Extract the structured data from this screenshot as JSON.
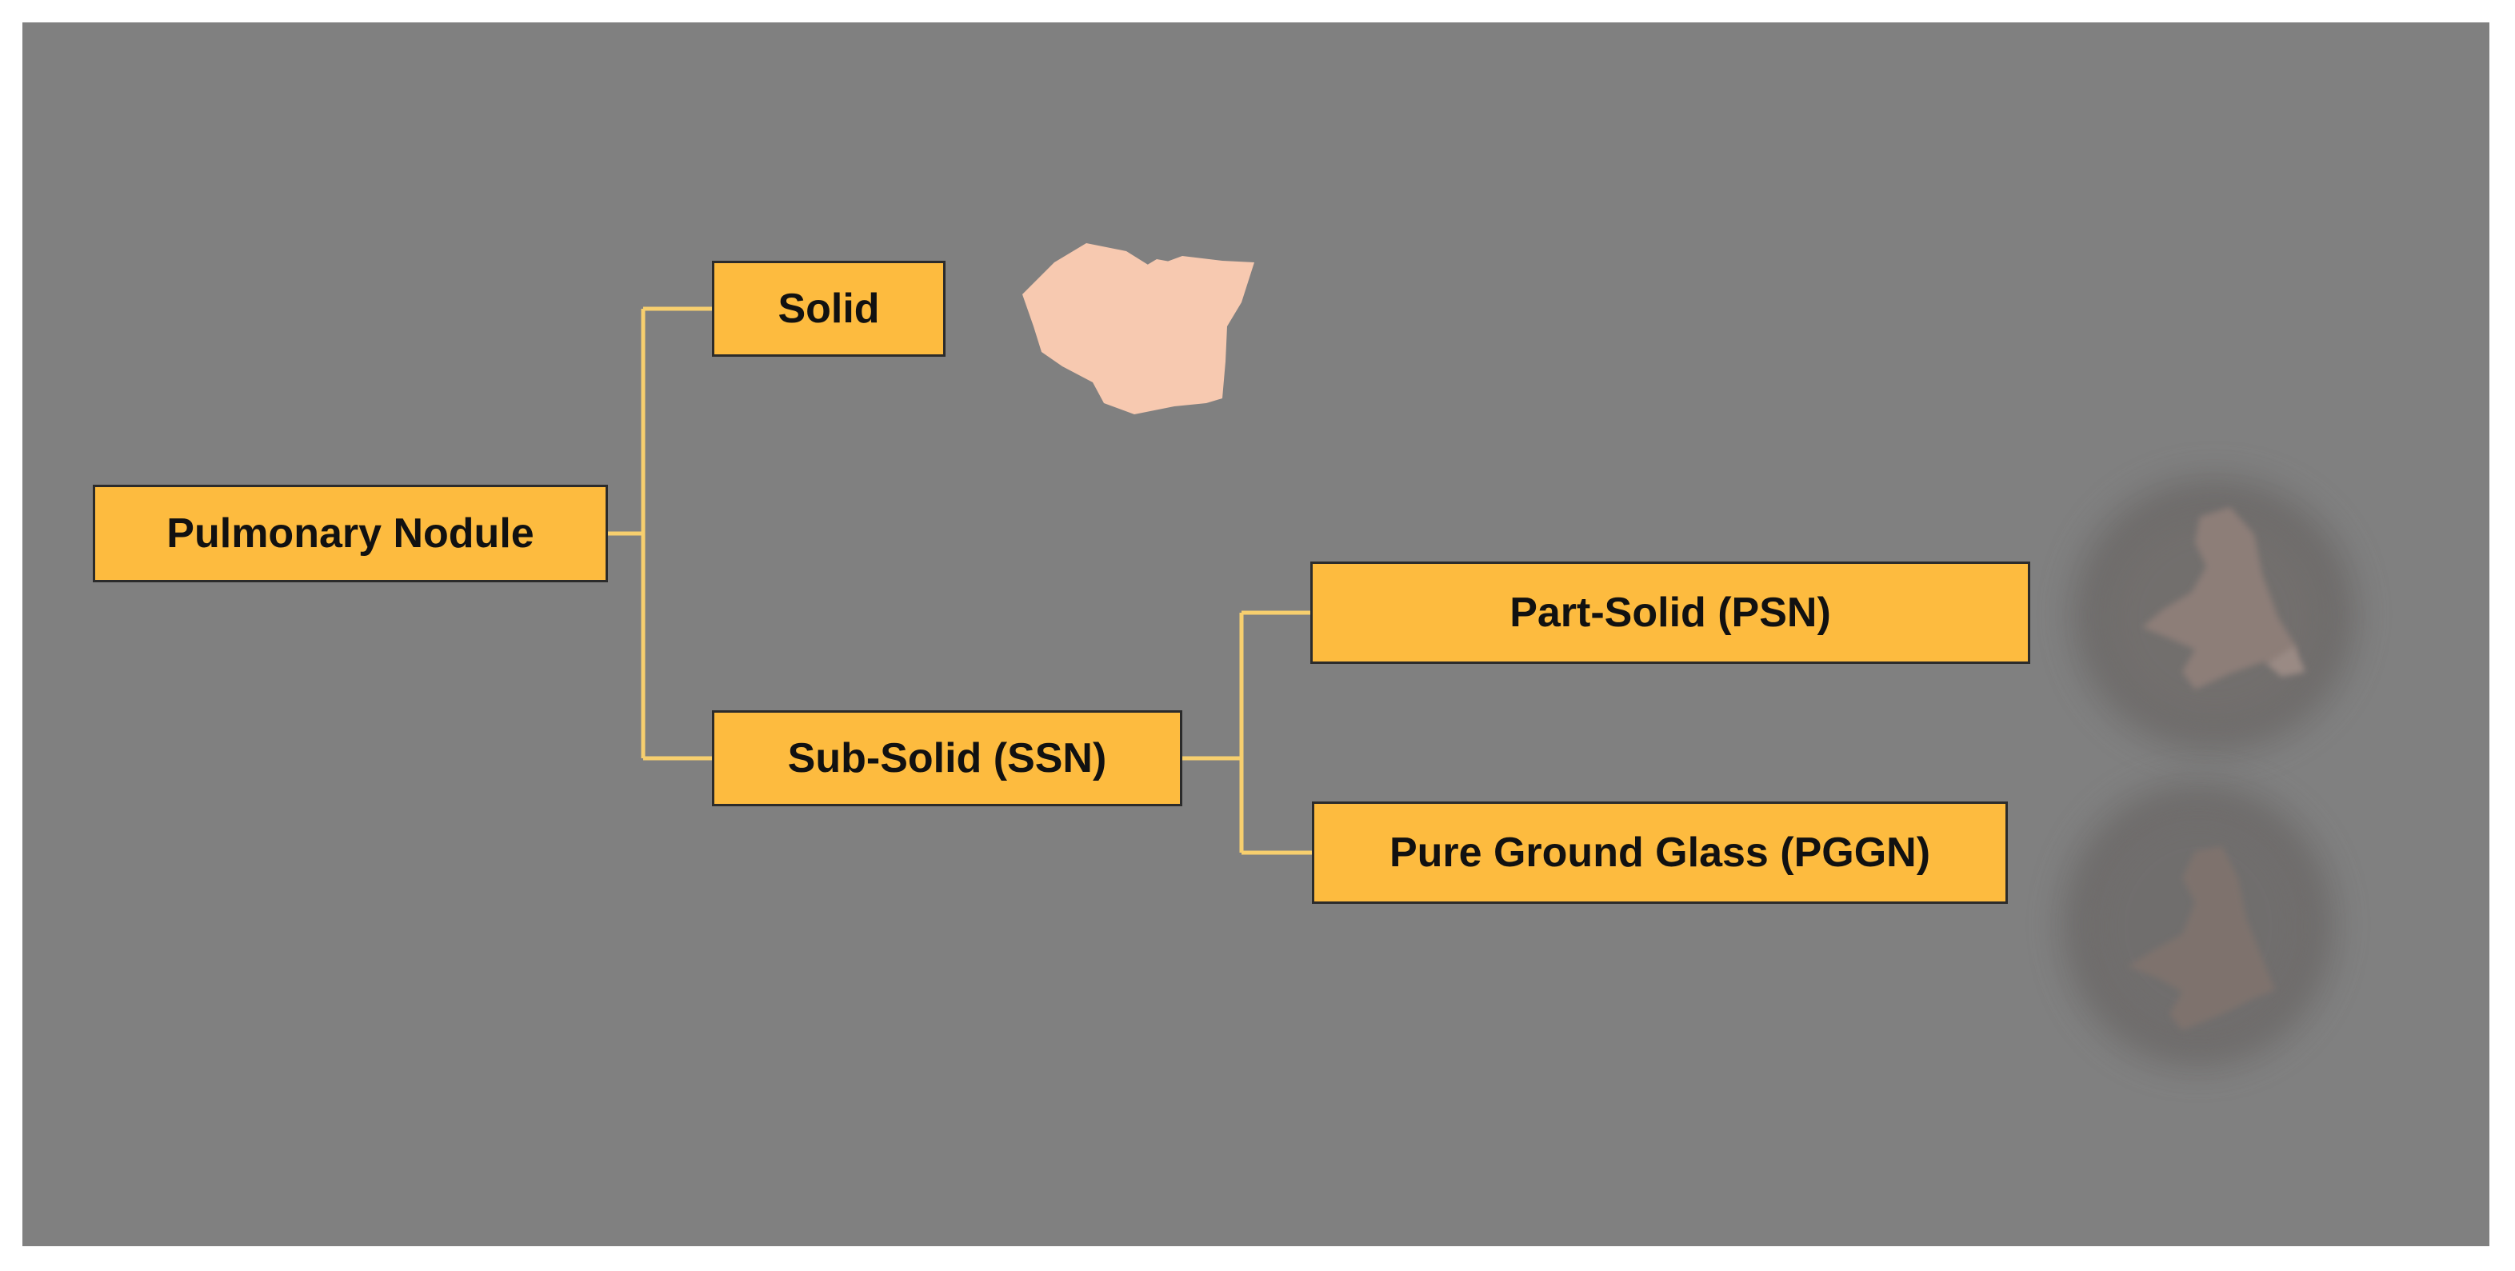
{
  "diagram": {
    "root": {
      "label": "Pulmonary Nodule"
    },
    "solid": {
      "label": "Solid"
    },
    "subsolid": {
      "label": "Sub-Solid (SSN)"
    },
    "part_solid": {
      "label": "Part-Solid (PSN)"
    },
    "pure_ground_glass": {
      "label": "Pure Ground Glass (PGGN)"
    }
  },
  "icons": {
    "solid_nodule": "solid-nodule-icon",
    "part_solid_nodule": "part-solid-nodule-icon",
    "ground_glass_nodule": "ground-glass-nodule-icon"
  },
  "colors": {
    "background": "#808080",
    "node_fill": "#fdbb3f",
    "node_border": "#2b2b2b",
    "connector": "#f7cf6e",
    "solid_nodule": "#f7c9b0",
    "ghost_nodule": "#6e6a68",
    "ghost_core": "#8a7b75"
  }
}
